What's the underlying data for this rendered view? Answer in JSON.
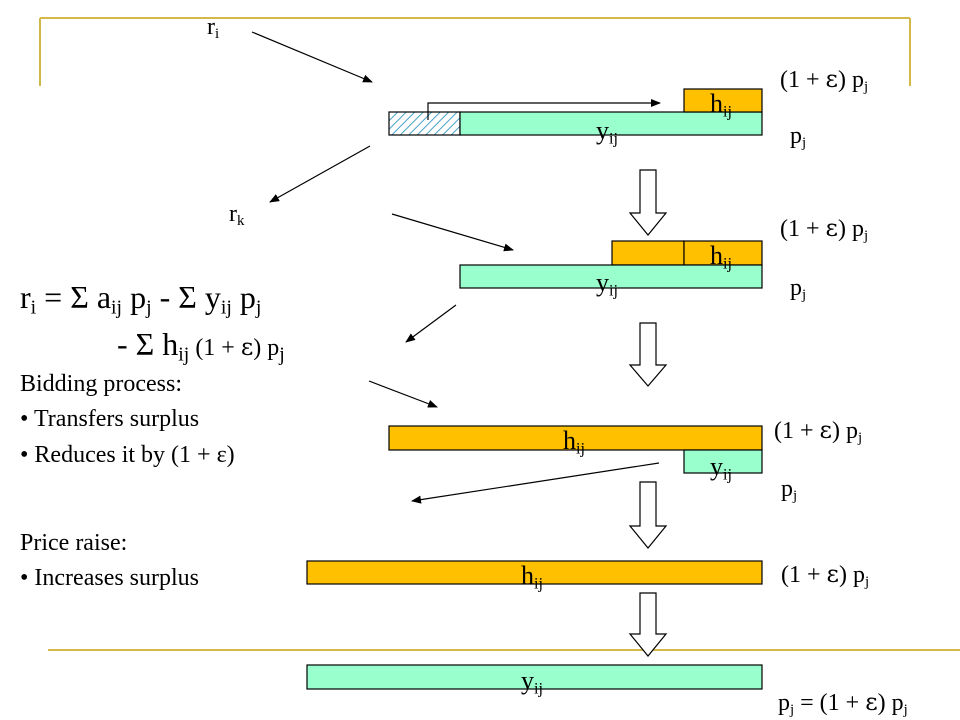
{
  "colors": {
    "green": "#99ffcc",
    "orange": "#ffc000",
    "gold_rule": "#d4b84a",
    "hatch": "#4aa3c8"
  },
  "labels": {
    "h": "h",
    "y": "y",
    "ij": "ij",
    "p": "p",
    "j": "j",
    "r": "r",
    "i": "i",
    "k": "k",
    "eps_open": "(1 + ",
    "eps": "ε",
    "eps_close": ") ",
    "final_prefix": " = (1 + "
  },
  "formula": {
    "r": "r",
    "i": "i",
    "eq": " = Σ a",
    "ij": "ij",
    "p": "p",
    "j": "j",
    "minus_y": " - Σ y",
    "line2_start": "- Σ h",
    "line2_mid_open": " (1 + ",
    "line2_eps": "ε",
    "line2_mid_close": ") p"
  },
  "notes": {
    "bidding_title": "Bidding process:",
    "bidding_items": [
      "Transfers surplus",
      "Reduces it by (1 + ε)"
    ],
    "price_title": "Price raise:",
    "price_items": [
      "Increases surplus"
    ],
    "bullet": "•"
  }
}
